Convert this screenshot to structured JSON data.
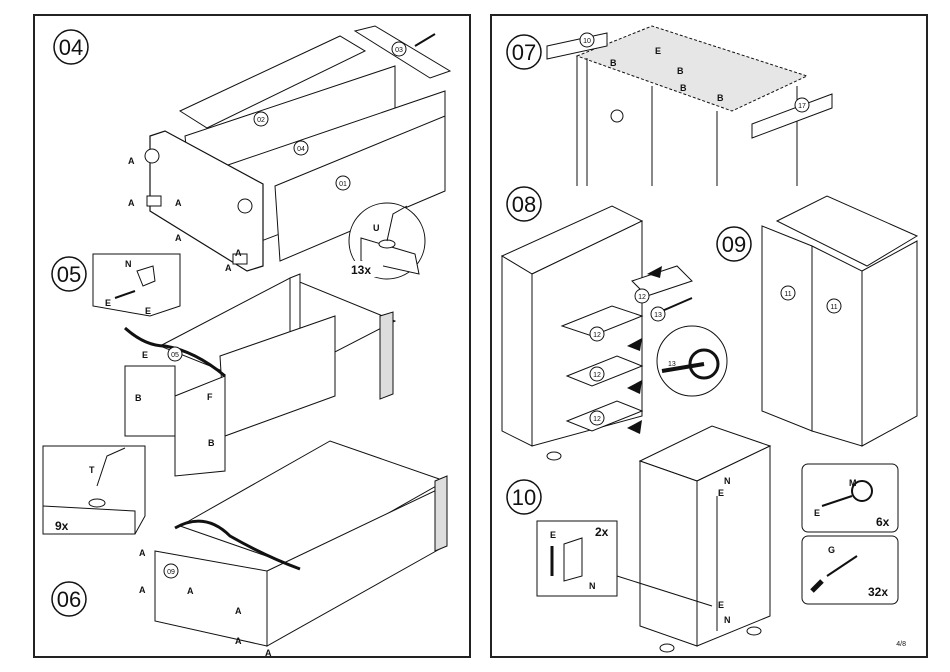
{
  "left_panel": {
    "step04": {
      "number": "04",
      "parts": [
        "03",
        "02",
        "04",
        "01"
      ],
      "connectors": [
        "A",
        "A",
        "A",
        "A",
        "A",
        "A"
      ],
      "tool": "U",
      "count": "13x"
    },
    "step05": {
      "number": "05",
      "detail_labels": [
        "N",
        "E",
        "E"
      ],
      "parts": [
        "05"
      ],
      "letters": [
        "B",
        "B",
        "F",
        "E"
      ]
    },
    "step06": {
      "number": "06",
      "parts": [
        "09"
      ],
      "letters": [
        "A",
        "A",
        "A",
        "A",
        "A",
        "A"
      ],
      "tool": "T",
      "count": "9x"
    }
  },
  "right_panel": {
    "step07": {
      "number": "07",
      "parts": [
        "10",
        "17"
      ],
      "letters": [
        "B",
        "B",
        "B",
        "B",
        "E"
      ]
    },
    "step08": {
      "number": "08",
      "parts": [
        "12",
        "12",
        "12",
        "12",
        "13",
        "13"
      ]
    },
    "step09": {
      "number": "09",
      "parts": [
        "11",
        "11"
      ],
      "letters": [
        "M",
        "E",
        "G"
      ],
      "counts": [
        "6x",
        "32x"
      ]
    },
    "step10": {
      "number": "10",
      "letters": [
        "E",
        "N",
        "N",
        "E",
        "E",
        "N"
      ],
      "count": "2x"
    },
    "page": "4/8"
  }
}
